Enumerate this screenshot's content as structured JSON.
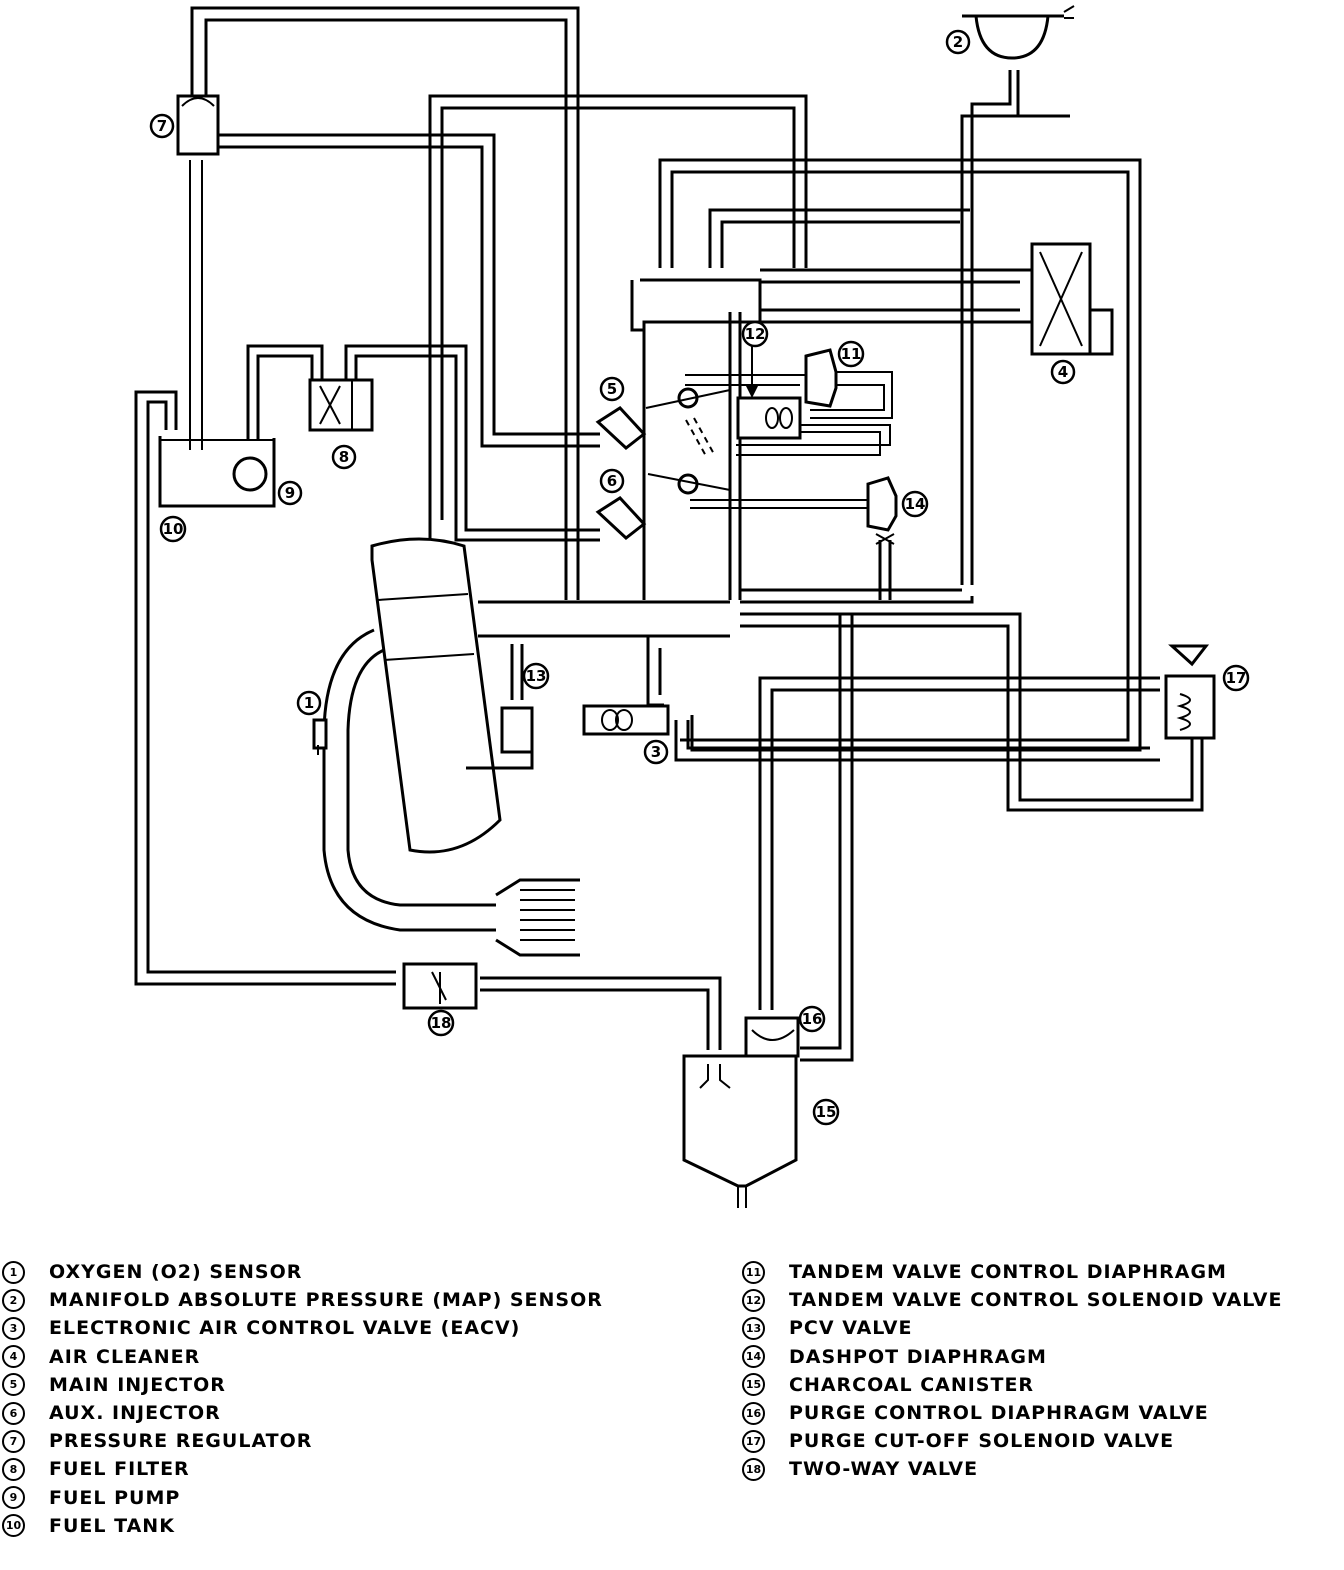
{
  "callouts": [
    "1",
    "2",
    "3",
    "4",
    "5",
    "6",
    "7",
    "8",
    "9",
    "10",
    "11",
    "12",
    "13",
    "14",
    "15",
    "16",
    "17",
    "18"
  ],
  "legend_left": [
    {
      "num": "1",
      "label": "OXYGEN (O2) SENSOR"
    },
    {
      "num": "2",
      "label": "MANIFOLD ABSOLUTE PRESSURE (MAP) SENSOR"
    },
    {
      "num": "3",
      "label": "ELECTRONIC AIR CONTROL VALVE (EACV)"
    },
    {
      "num": "4",
      "label": "AIR CLEANER"
    },
    {
      "num": "5",
      "label": "MAIN INJECTOR"
    },
    {
      "num": "6",
      "label": "AUX. INJECTOR"
    },
    {
      "num": "7",
      "label": "PRESSURE REGULATOR"
    },
    {
      "num": "8",
      "label": "FUEL FILTER"
    },
    {
      "num": "9",
      "label": "FUEL PUMP"
    },
    {
      "num": "10",
      "label": "FUEL TANK"
    }
  ],
  "legend_right": [
    {
      "num": "11",
      "label": "TANDEM VALVE CONTROL DIAPHRAGM"
    },
    {
      "num": "12",
      "label": "TANDEM VALVE CONTROL SOLENOID VALVE"
    },
    {
      "num": "13",
      "label": "PCV VALVE"
    },
    {
      "num": "14",
      "label": "DASHPOT DIAPHRAGM"
    },
    {
      "num": "15",
      "label": "CHARCOAL CANISTER"
    },
    {
      "num": "16",
      "label": "PURGE CONTROL DIAPHRAGM VALVE"
    },
    {
      "num": "17",
      "label": "PURGE CUT-OFF SOLENOID VALVE"
    },
    {
      "num": "18",
      "label": "TWO-WAY VALVE"
    }
  ]
}
